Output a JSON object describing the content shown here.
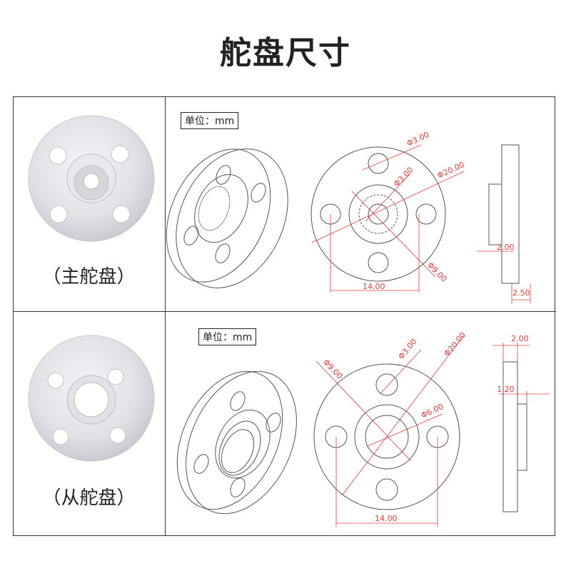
{
  "title": "舵盘尺寸",
  "unit_label": "单位：mm",
  "primary": {
    "caption": "（主舵盘）",
    "dims": {
      "hole": "Φ3.00",
      "center": "Φ3.00",
      "outer": "Φ20.00",
      "hub": "Φ9.00",
      "spacing": "14.00",
      "hub_height": "2.00",
      "thickness": "2.50"
    }
  },
  "secondary": {
    "caption": "（从舵盘）",
    "dims": {
      "hub": "Φ9.00",
      "hole": "Φ3.00",
      "outer": "Φ20.00",
      "bore": "Φ6.00",
      "spacing": "14.00",
      "thickness": "2.00",
      "hub_height": "1.20"
    }
  },
  "colors": {
    "dimension": "#ee3b3b",
    "line": "#555555"
  }
}
